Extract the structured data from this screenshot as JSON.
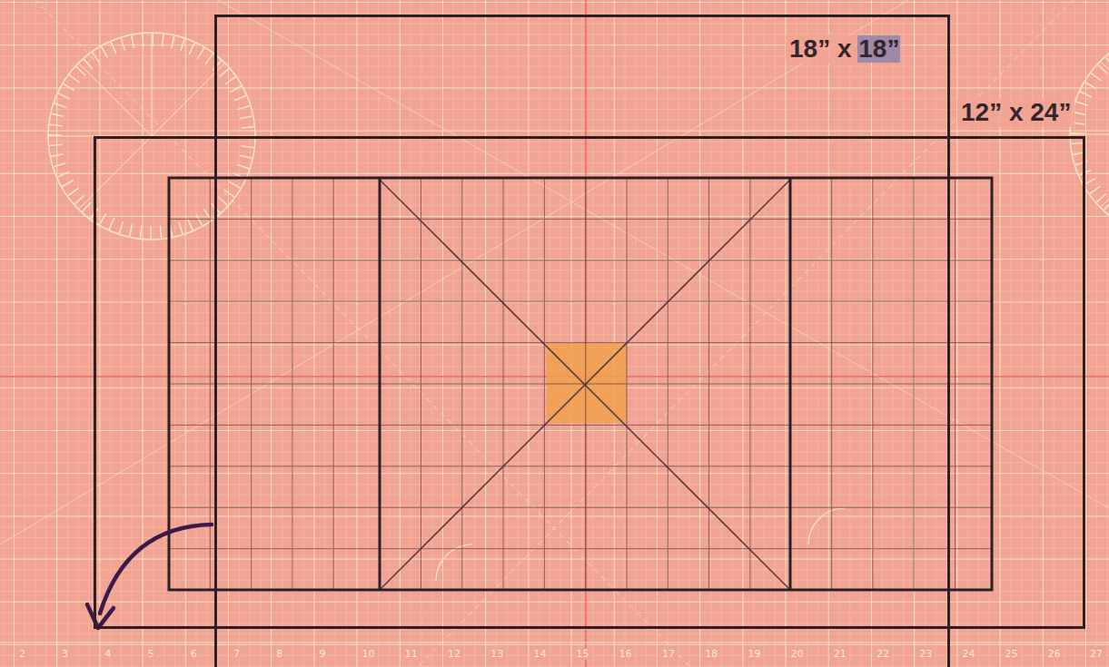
{
  "diagram": {
    "nodes": [
      {
        "text": [
          "18” x 18”"
        ]
      },
      {
        "text": [
          "12” x 24”"
        ]
      }
    ],
    "labels": [
      "2",
      "3",
      "4",
      "5",
      "6",
      "7",
      "8",
      "9",
      "10",
      "11",
      "12",
      "13",
      "14",
      "15",
      "16",
      "17",
      "18",
      "19",
      "20",
      "21",
      "22",
      "23",
      "24",
      "25",
      "26",
      "27"
    ]
  }
}
